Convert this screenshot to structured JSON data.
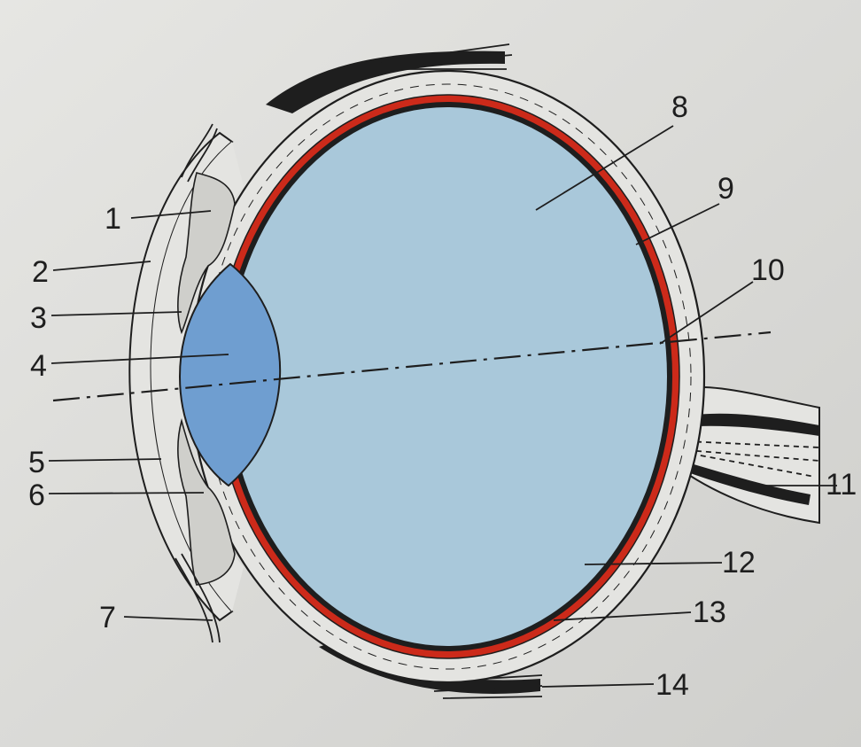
{
  "diagram": {
    "labels": [
      "1",
      "2",
      "3",
      "4",
      "5",
      "6",
      "7",
      "8",
      "9",
      "10",
      "11",
      "12",
      "13",
      "14"
    ]
  },
  "colors": {
    "background": "#d9d9d6",
    "vitreous": "#a9c8da",
    "lens": "#6f9ed0",
    "choroid": "#cc2a1a",
    "sclera": "#e4e4e1",
    "iris_ciliary": "#cfcfcb",
    "outline": "#1e1e1e"
  }
}
